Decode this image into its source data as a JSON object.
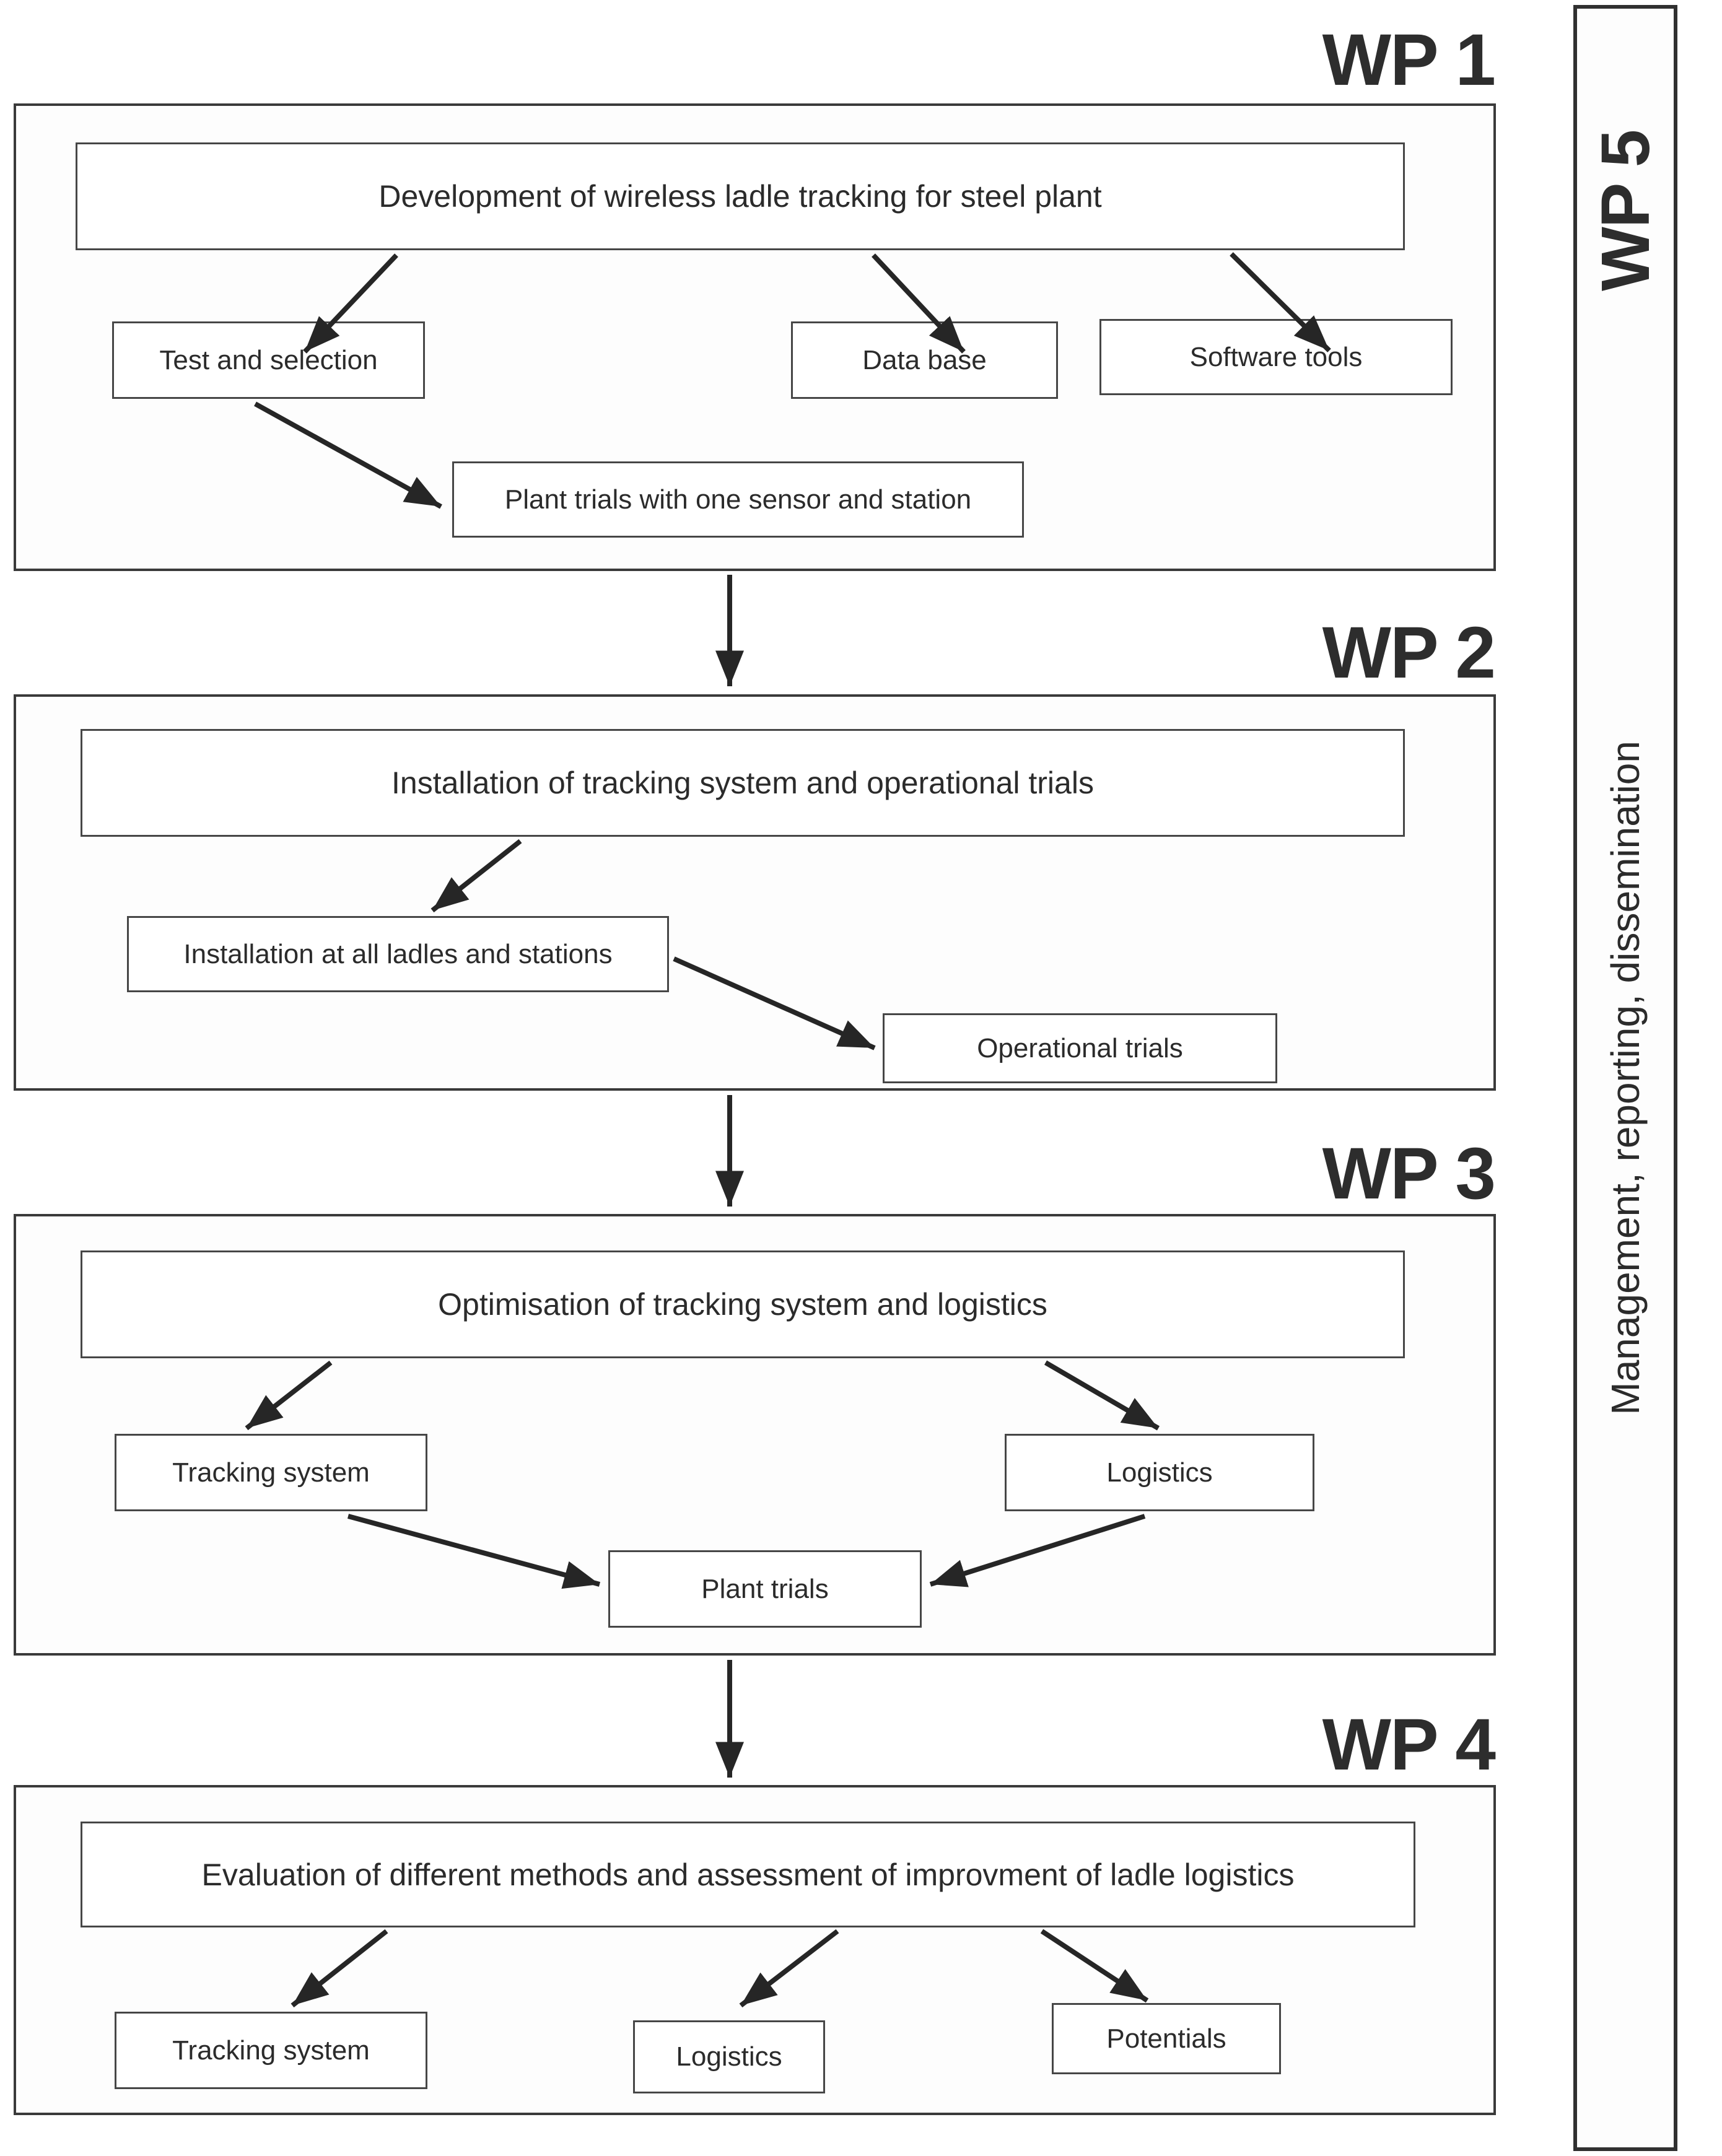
{
  "palette": {
    "ink": "#262626",
    "arrow": "#262626",
    "inner_border": "#464646",
    "outer_border": "#3a3a3a",
    "background": "#ffffff"
  },
  "wp5": {
    "label": "WP 5",
    "body": "Management, reporting, dissemination"
  },
  "sections": [
    {
      "id": "wp1",
      "label": "WP 1",
      "header": "Development of wireless ladle tracking for steel plant",
      "boxes": [
        {
          "id": "test-and-selection",
          "text": "Test and selection"
        },
        {
          "id": "data-base",
          "text": "Data base"
        },
        {
          "id": "software-tools",
          "text": "Software tools"
        },
        {
          "id": "plant-trials-one-sensor",
          "text": "Plant trials with one sensor and station"
        }
      ]
    },
    {
      "id": "wp2",
      "label": "WP 2",
      "header": "Installation of tracking system and operational trials",
      "boxes": [
        {
          "id": "installation-all-ladles",
          "text": "Installation at all ladles and stations"
        },
        {
          "id": "operational-trials",
          "text": "Operational trials"
        }
      ]
    },
    {
      "id": "wp3",
      "label": "WP 3",
      "header": "Optimisation of tracking system and logistics",
      "boxes": [
        {
          "id": "tracking-system",
          "text": "Tracking system"
        },
        {
          "id": "logistics",
          "text": "Logistics"
        },
        {
          "id": "plant-trials",
          "text": "Plant trials"
        }
      ]
    },
    {
      "id": "wp4",
      "label": "WP 4",
      "header": "Evaluation of different methods and assessment of improvment of ladle logistics",
      "boxes": [
        {
          "id": "tracking-system",
          "text": "Tracking system"
        },
        {
          "id": "logistics",
          "text": "Logistics"
        },
        {
          "id": "potentials",
          "text": "Potentials"
        }
      ]
    }
  ]
}
